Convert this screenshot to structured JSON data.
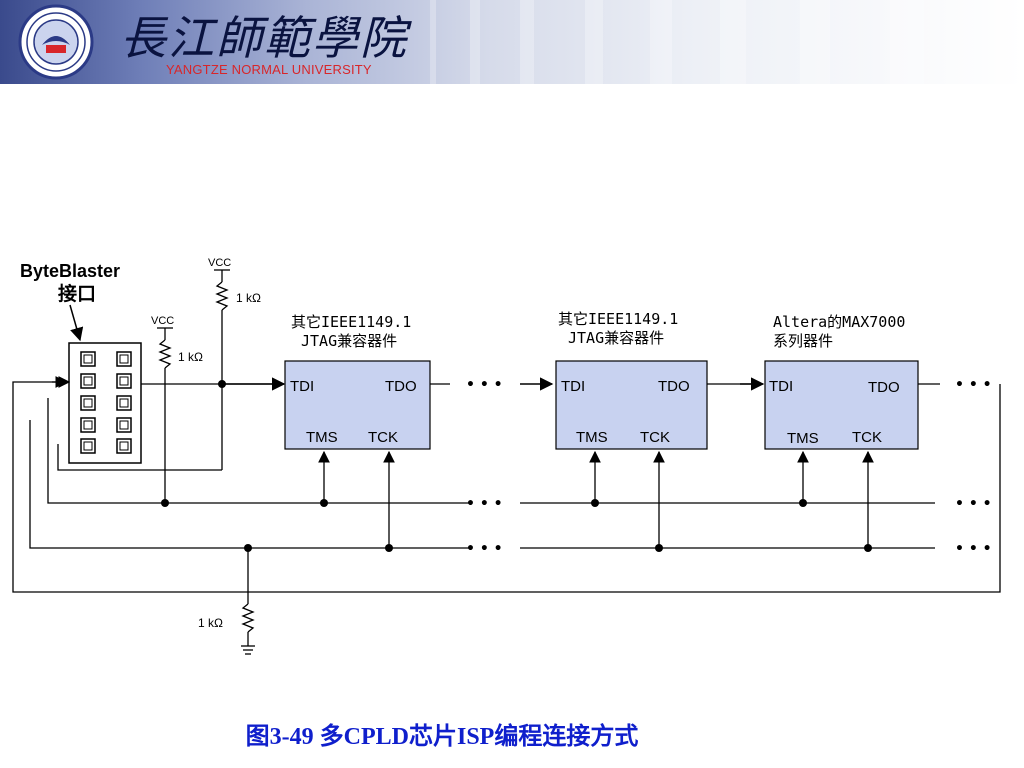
{
  "header": {
    "school_name_cn": "長江師範學院",
    "school_name_en": "YANGTZE NORMAL UNIVERSITY"
  },
  "diagram": {
    "byteblaster_label_line1": "ByteBlaster",
    "byteblaster_label_line2": "接口",
    "vcc": "VCC",
    "resistor": "1 kΩ",
    "devices": [
      {
        "title_line1": "其它IEEE1149.1",
        "title_line2": "JTAG兼容器件",
        "tdi": "TDI",
        "tdo": "TDO",
        "tms": "TMS",
        "tck": "TCK"
      },
      {
        "title_line1": "其它IEEE1149.1",
        "title_line2": "JTAG兼容器件",
        "tdi": "TDI",
        "tdo": "TDO",
        "tms": "TMS",
        "tck": "TCK"
      },
      {
        "title_line1": "Altera的MAX7000",
        "title_line2": "系列器件",
        "tdi": "TDI",
        "tdo": "TDO",
        "tms": "TMS",
        "tck": "TCK"
      }
    ],
    "ellipsis": "• • •"
  },
  "caption": "图3-49 多CPLD芯片ISP编程连接方式",
  "colors": {
    "device_fill": "#c8d2f0",
    "caption": "#0f1fcc",
    "school_en": "#d8262a"
  }
}
